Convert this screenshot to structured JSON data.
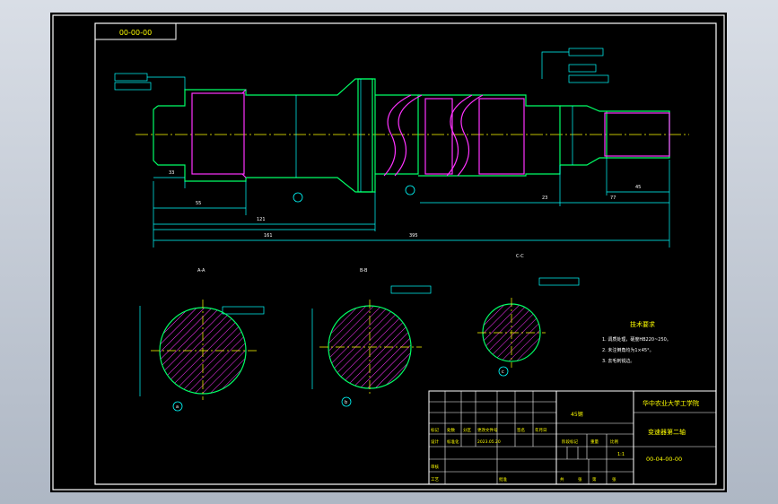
{
  "colors": {
    "sheet": "#000000",
    "border": "#ffffff",
    "outline": "#00ff66",
    "centerline": "#ffff00",
    "dimension": "#00ffff",
    "thread": "#ff33ff",
    "text": "#ffff00"
  },
  "stamp": {
    "label": "00-00-00"
  },
  "dimensions": {
    "d1": "33",
    "d2": "55",
    "d3": "121",
    "d4": "161",
    "d5": "395",
    "d6": "23",
    "d7": "77",
    "d8": "45"
  },
  "sections": {
    "a": {
      "label": "A-A",
      "marker": "a"
    },
    "b": {
      "label": "B-B",
      "marker": "b"
    },
    "c": {
      "label": "C-C",
      "marker": "c"
    }
  },
  "notes": {
    "title": "技术要求",
    "lines": [
      "1. 调质处理，硬度HB220~250。",
      "2. 未注倒角均为1×45°。",
      "3. 去毛刺锐边。"
    ]
  },
  "title_block": {
    "material": "45钢",
    "school": "华中农业大学工学院",
    "part_name": "变速器第二轴",
    "drawing_no": "00-04-00-00",
    "scale": "1:1",
    "headers": [
      "标记",
      "处数",
      "分区",
      "更改文件号",
      "签名",
      "年月日"
    ],
    "designer_row": [
      "设计",
      "标准化",
      "2023.05.20"
    ],
    "stage_labels": [
      "阶段标记",
      "重量",
      "比例"
    ],
    "review": "审核",
    "process": "工艺",
    "approve": "批准",
    "sheet_info": [
      "共",
      "张",
      "第",
      "张"
    ]
  }
}
